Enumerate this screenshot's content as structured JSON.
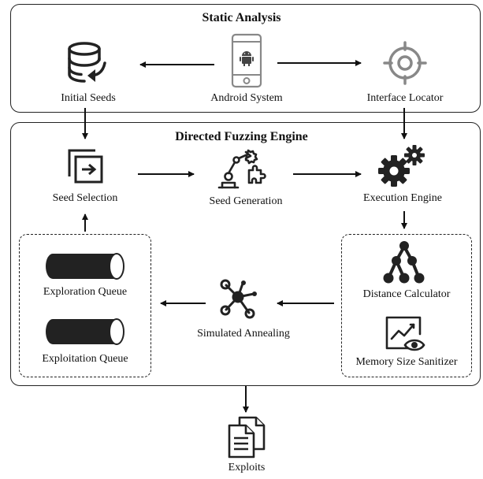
{
  "static_analysis": {
    "title": "Static Analysis",
    "android_system": "Android System",
    "initial_seeds": "Initial Seeds",
    "interface_locator": "Interface Locator"
  },
  "fuzzing_engine": {
    "title": "Directed Fuzzing Engine",
    "seed_selection": "Seed Selection",
    "seed_generation": "Seed Generation",
    "execution_engine": "Execution Engine",
    "distance_calculator": "Distance Calculator",
    "memory_size_sanitizer": "Memory Size Sanitizer",
    "simulated_annealing": "Simulated Annealing",
    "exploration_queue": "Exploration Queue",
    "exploitation_queue": "Exploitation Queue"
  },
  "output": {
    "exploits": "Exploits"
  },
  "colors": {
    "stroke": "#222222",
    "icon_gray": "#888888",
    "icon_dark": "#222222"
  }
}
